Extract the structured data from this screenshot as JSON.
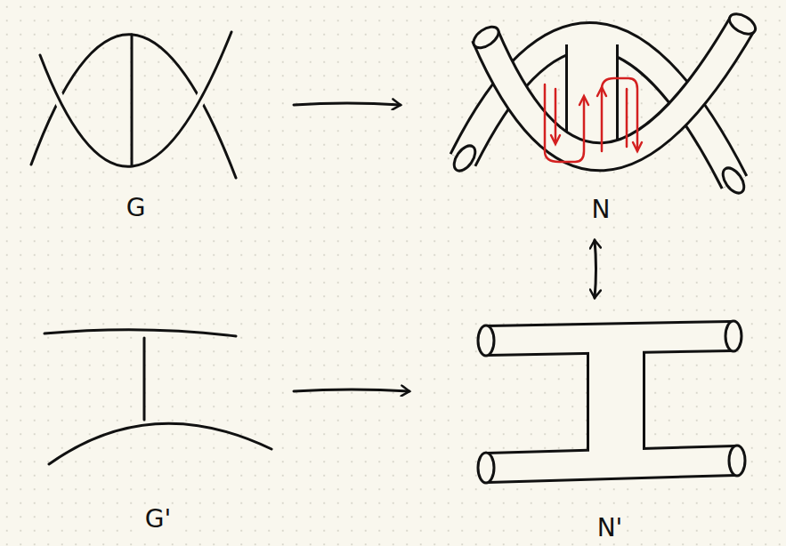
{
  "diagram": {
    "nodes": [
      {
        "text": [
          "G"
        ]
      },
      {
        "text": [
          "N"
        ]
      },
      {
        "text": [
          "G'"
        ]
      },
      {
        "text": [
          "N'"
        ]
      }
    ],
    "edges": [
      {
        "from": 0,
        "to": 1,
        "arrow": "to"
      },
      {
        "from": 1,
        "to": 3,
        "arrow": "both"
      },
      {
        "from": 2,
        "to": 3,
        "arrow": "to"
      }
    ]
  }
}
